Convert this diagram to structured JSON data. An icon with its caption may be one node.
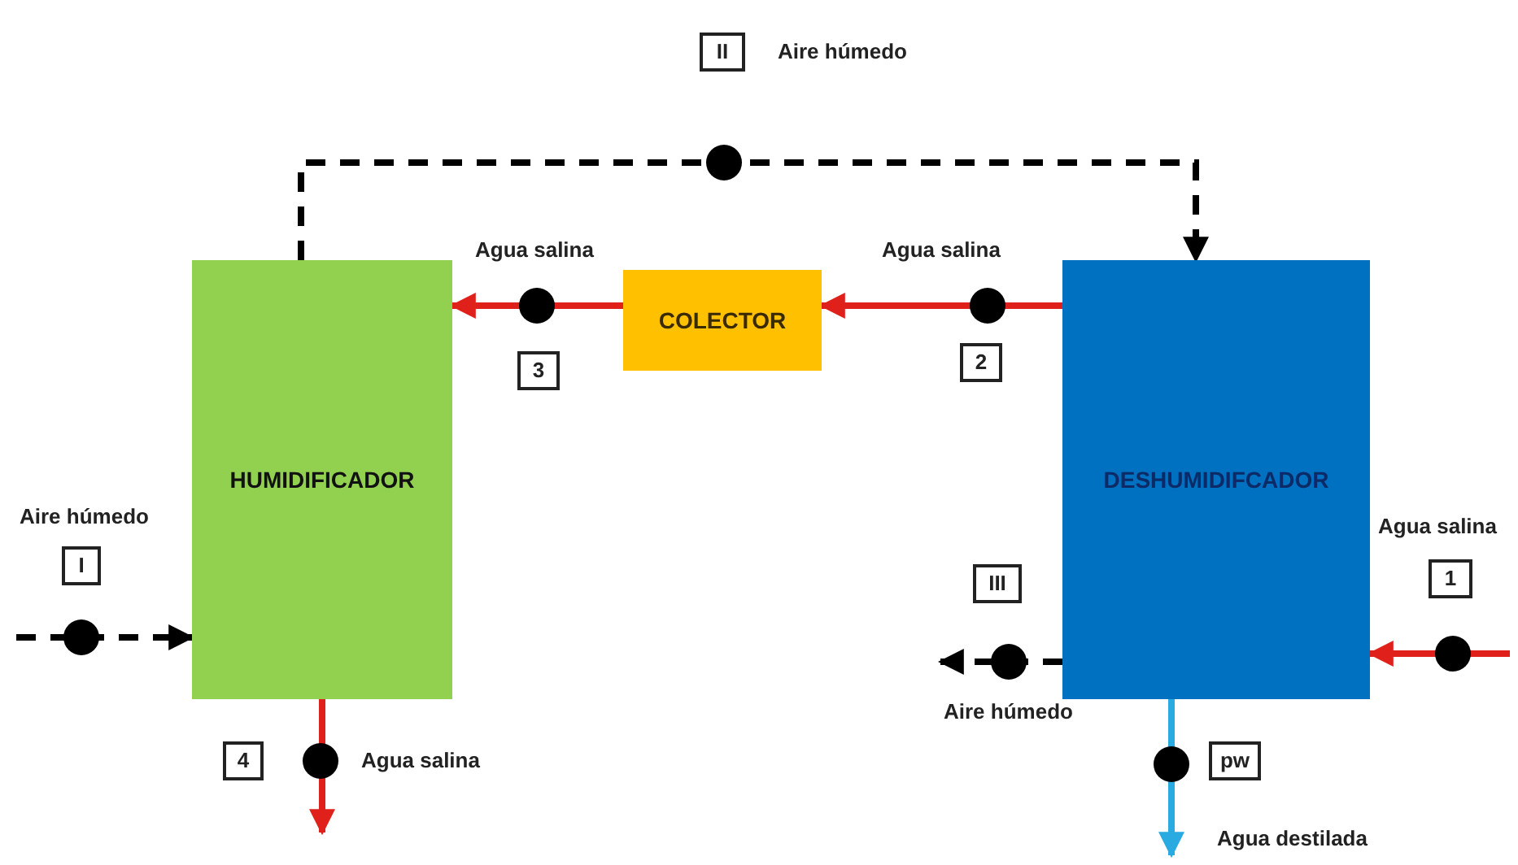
{
  "diagram": {
    "nodes": [
      {
        "text": [
          "HUMIDIFICADOR"
        ]
      },
      {
        "text": [
          "COLECTOR"
        ]
      },
      {
        "text": [
          "DESHUMIDIFCADOR"
        ]
      }
    ],
    "edges": [
      {
        "from": null,
        "to": 0,
        "arrow": "to",
        "style": "dashed",
        "color": "#000000"
      },
      {
        "from": 0,
        "to": 2,
        "arrow": "to",
        "style": "dashed",
        "color": "#000000"
      },
      {
        "from": 2,
        "to": 1,
        "arrow": "to"
      },
      {
        "from": 1,
        "to": 0,
        "arrow": "to"
      },
      {
        "from": null,
        "to": 2,
        "arrow": "to"
      },
      {
        "from": 2,
        "to": null,
        "arrow": "to",
        "style": "dashed",
        "color": "#000000"
      },
      {
        "from": 2,
        "to": null,
        "arrow": "to",
        "color": "#29abe2"
      },
      {
        "from": 0,
        "to": null,
        "arrow": "to"
      }
    ],
    "labels": [
      "II",
      "Aire húmedo",
      "Agua salina",
      "Agua salina",
      "3",
      "2",
      "Aire húmedo",
      "Agua salina",
      "I",
      "III",
      "1",
      "Aire húmedo",
      "4",
      "Agua salina",
      "pw",
      "Agua destilada"
    ]
  }
}
